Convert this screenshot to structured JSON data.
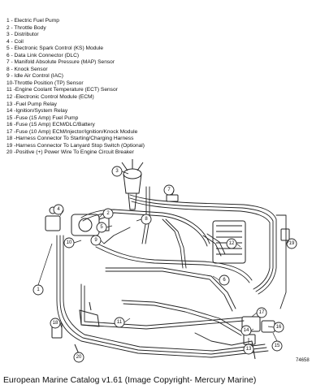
{
  "legend": [
    "1 - Electric Fuel Pump",
    "2 - Throttle Body",
    "3 - Distributor",
    "4 - Coil",
    "5 - Electronic Spark Control (KS) Module",
    "6 - Data Link Connector (DLC)",
    "7 - Manifold Absolute Pressure (MAP) Sensor",
    "8 - Knock Sensor",
    "9 - Idle Air Control (IAC)",
    "10-Throttle Position (TP) Sensor",
    "11 -Engine Coolant Temperature (ECT) Sensor",
    "12 -Electronic Control Module (ECM)",
    "13 -Fuel Pump Relay",
    "14 -Ignition/System Relay",
    "15 -Fuse (15 Amp) Fuel Pump",
    "16 -Fuse (15 Amp) ECM/DLC/Battery",
    "17 -Fuse (10 Amp) ECM/Injector/Ignition/Knock  Module",
    "18 -Harness Connector To Starting/Charging Harness",
    "19 -Harness Connector To Lanyard Stop Switch (Optional)",
    "20 -Positive  (+) Power Wire To Engine Circuit Breaker"
  ],
  "callouts": [
    "1",
    "2",
    "3",
    "4",
    "5",
    "6",
    "7",
    "8",
    "9",
    "10",
    "11",
    "12",
    "13",
    "14",
    "15",
    "16",
    "17",
    "18",
    "19",
    "20"
  ],
  "figure_number": "74658",
  "caption": "European Marine Catalog v1.61 (Image Copyright- Mercury Marine)"
}
